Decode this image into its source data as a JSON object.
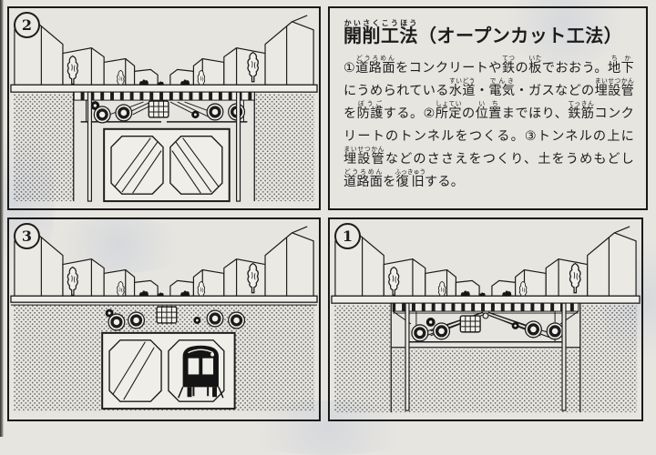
{
  "page": {
    "background": "#e7e5e0",
    "ink": "#1c1c1c",
    "stipple_color": "#565656",
    "bleed_color": "#7a94c4"
  },
  "panels": {
    "step2": {
      "number": "2"
    },
    "step3": {
      "number": "3"
    },
    "step1": {
      "number": "1"
    }
  },
  "text_panel": {
    "title_segments": [
      {
        "t": "開削工法",
        "r": "かいさくこうほう"
      },
      {
        "t": "（オープンカット工法）"
      }
    ],
    "body_segments": [
      {
        "t": "①"
      },
      {
        "t": "道路面",
        "r": "どうろめん"
      },
      {
        "t": "をコンクリートや"
      },
      {
        "t": "鉄",
        "r": "てつ"
      },
      {
        "t": "の"
      },
      {
        "t": "板",
        "r": "いた"
      },
      {
        "t": "でおおう。"
      },
      {
        "t": "地下",
        "r": "ちか"
      },
      {
        "t": "にうめられている"
      },
      {
        "t": "水道",
        "r": "すいどう"
      },
      {
        "t": "・"
      },
      {
        "t": "電気",
        "r": "でんき"
      },
      {
        "t": "・ガスなどの"
      },
      {
        "t": "埋設管",
        "r": "まいせつかん"
      },
      {
        "t": "を"
      },
      {
        "t": "防護",
        "r": "ぼうご"
      },
      {
        "t": "する。②"
      },
      {
        "t": "所定",
        "r": "しょてい"
      },
      {
        "t": "の"
      },
      {
        "t": "位置",
        "r": "いち"
      },
      {
        "t": "までほり、"
      },
      {
        "t": "鉄筋",
        "r": "てっきん"
      },
      {
        "t": "コンクリートのトンネルをつくる。③トンネルの上に"
      },
      {
        "t": "埋設管",
        "r": "まいせつかん"
      },
      {
        "t": "などのささえをつくり、土をうめもどし"
      },
      {
        "t": "道路面",
        "r": "どうろめん"
      },
      {
        "t": "を"
      },
      {
        "t": "復旧",
        "r": "ふっきゅう"
      },
      {
        "t": "する。"
      }
    ]
  }
}
